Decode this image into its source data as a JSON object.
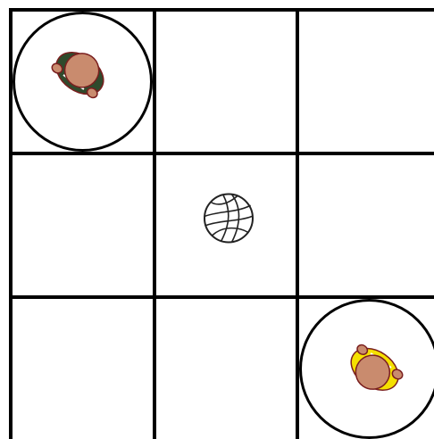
{
  "board": {
    "rows": 3,
    "cols": 3,
    "line_color": "#000000",
    "background": "#ffffff"
  },
  "pieces": [
    {
      "id": "player-green",
      "row": 0,
      "col": 0,
      "shirt_color": "#2f4a2c",
      "skin_color": "#c98b6e",
      "outline_color": "#7a1f1f",
      "ring": true
    },
    {
      "id": "player-yellow",
      "row": 2,
      "col": 2,
      "shirt_color": "#f5e000",
      "skin_color": "#c98b6e",
      "outline_color": "#7a1f1f",
      "ring": true
    }
  ],
  "ball": {
    "row": 1,
    "col": 1,
    "icon": "volleyball-icon"
  }
}
